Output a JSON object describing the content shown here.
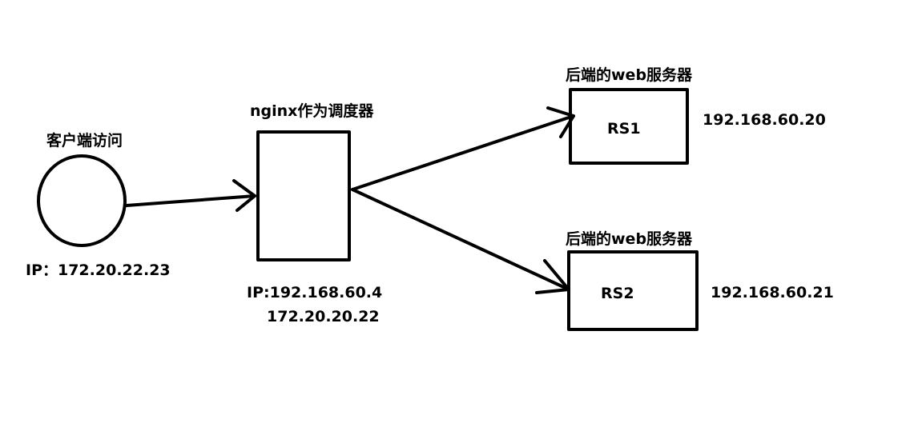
{
  "client": {
    "title": "客户端访问",
    "ip": "IP：172.20.22.23"
  },
  "scheduler": {
    "title": "nginx作为调度器",
    "ip_line1": "IP:192.168.60.4",
    "ip_line2": "172.20.20.22"
  },
  "rs1": {
    "title": "后端的web服务器",
    "name": "RS1",
    "ip": "192.168.60.20"
  },
  "rs2": {
    "title": "后端的web服务器",
    "name": "RS2",
    "ip": "192.168.60.21"
  }
}
